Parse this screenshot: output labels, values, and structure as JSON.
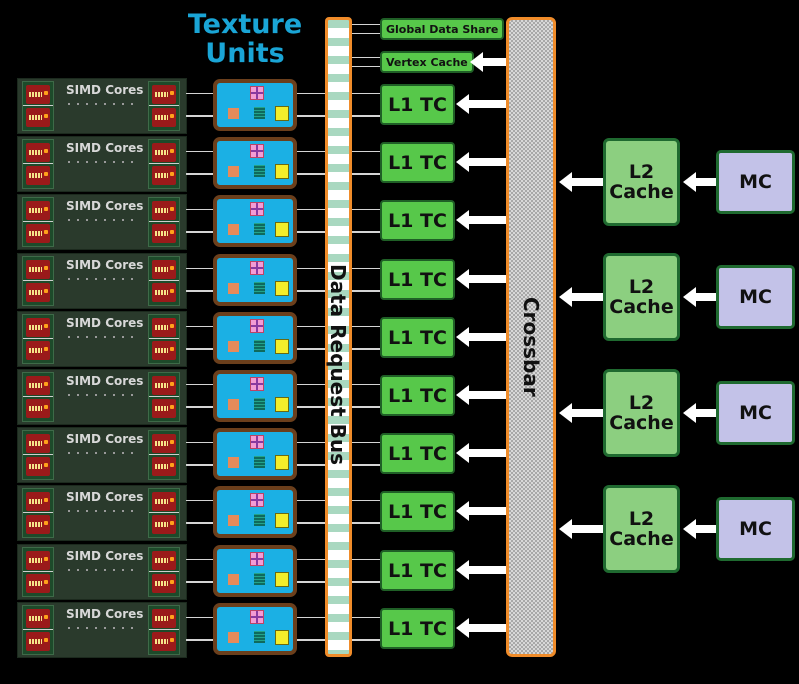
{
  "title": "Texture Units",
  "title_lines": [
    "Texture",
    "Units"
  ],
  "simd_label": "SIMD Cores",
  "rows": 10,
  "texture_unit_count": 10,
  "data_request_bus_label": "Data Request Bus",
  "crossbar_label": "Crossbar",
  "global_data_share_label": "Global Data Share",
  "vertex_cache_label": "Vertex Cache",
  "l1_label": "L1 TC",
  "l2_lines": [
    "L2",
    "Cache"
  ],
  "mc_label": "MC",
  "l2_count": 4,
  "colors": {
    "title": "#1aa5d6",
    "bus_border": "#f08c2a",
    "green_box": "#57c84a",
    "l2_box": "#8ccf80",
    "mc_box": "#c3c2e8",
    "texture_unit": "#1bb0e4"
  }
}
